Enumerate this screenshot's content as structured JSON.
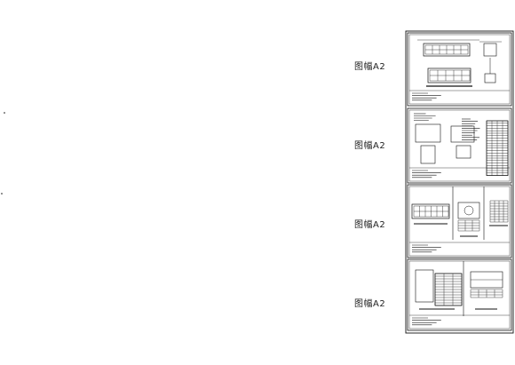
{
  "drawing": {
    "sheet_labels": [
      "图幅A2",
      "图幅A2",
      "图幅A2",
      "图幅A2"
    ],
    "ink_color": "#111111",
    "paper_color": "#ffffff"
  }
}
